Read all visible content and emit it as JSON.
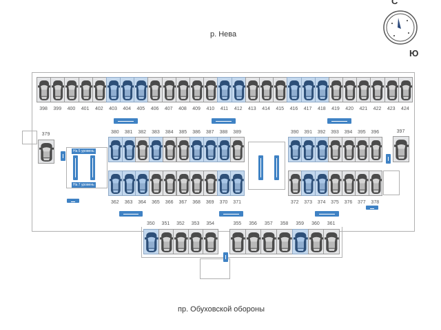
{
  "header": {
    "river_label": "р. Нева",
    "compass_north": "С",
    "compass_south": "Ю"
  },
  "footer": {
    "street_label": "пр. Обуховской обороны"
  },
  "ramp": {
    "down_label": "На 5 уровень",
    "up_label": "На 7 уровень"
  },
  "colors": {
    "available": "#c3d8ee",
    "occupied": "#e4e5e7",
    "arrow": "#3f82c4"
  },
  "rows": [
    {
      "id": "top",
      "slots": [
        "398",
        "399",
        "400",
        "401",
        "402",
        "403",
        "404",
        "405",
        "406",
        "407",
        "408",
        "409",
        "410",
        "411",
        "412",
        "413",
        "414",
        "415",
        "416",
        "417",
        "418",
        "419",
        "420",
        "421",
        "422",
        "423",
        "424"
      ],
      "available": [
        "403",
        "404",
        "405",
        "411",
        "412",
        "416",
        "417",
        "418"
      ]
    },
    {
      "id": "mid-upper-left",
      "slots": [
        "380",
        "381",
        "382",
        "383",
        "384",
        "385",
        "386",
        "387",
        "388",
        "389"
      ],
      "available": [
        "380",
        "381",
        "383",
        "386",
        "387",
        "388"
      ]
    },
    {
      "id": "mid-upper-right",
      "slots": [
        "390",
        "391",
        "392",
        "393",
        "394",
        "395",
        "396"
      ],
      "available": [
        "390",
        "391",
        "392"
      ]
    },
    {
      "id": "mid-lower-left",
      "slots": [
        "362",
        "363",
        "364",
        "365",
        "366",
        "367",
        "368",
        "369",
        "370",
        "371"
      ],
      "available": [
        "362",
        "363",
        "364",
        "370",
        "371"
      ]
    },
    {
      "id": "mid-lower-right",
      "slots": [
        "372",
        "373",
        "374",
        "375",
        "376",
        "377",
        "378"
      ],
      "available": [
        "373",
        "374"
      ]
    },
    {
      "id": "bottom-left",
      "slots": [
        "350",
        "351",
        "352",
        "353",
        "354"
      ],
      "available": [
        "350"
      ]
    },
    {
      "id": "bottom-right",
      "slots": [
        "355",
        "356",
        "357",
        "358",
        "359",
        "360",
        "361"
      ],
      "available": [
        "359"
      ]
    },
    {
      "id": "single-left",
      "slots": [
        "379"
      ],
      "available": []
    },
    {
      "id": "single-right",
      "slots": [
        "397"
      ],
      "available": []
    }
  ]
}
